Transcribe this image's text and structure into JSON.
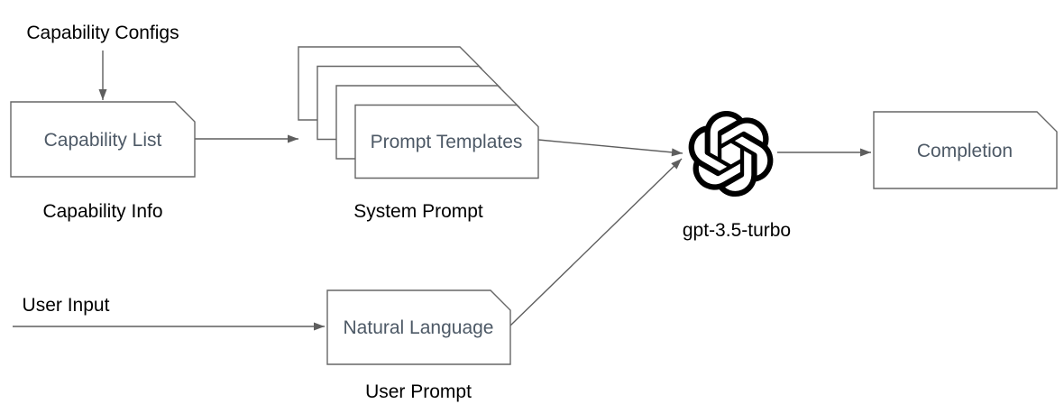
{
  "diagram": {
    "title_hint": "LLM prompting pipeline flow diagram",
    "nodes": {
      "capability_list": {
        "label": "Capability List"
      },
      "prompt_templates": {
        "label": "Prompt Templates"
      },
      "natural_language": {
        "label": "Natural Language"
      },
      "completion": {
        "label": "Completion"
      }
    },
    "annotations": {
      "capability_configs": "Capability Configs",
      "capability_info": "Capability Info",
      "system_prompt": "System Prompt",
      "user_input": "User Input",
      "user_prompt": "User Prompt",
      "model_name": "gpt-3.5-turbo"
    },
    "icons": {
      "model_icon": "openai-logo-icon"
    },
    "edges": [
      {
        "from": "capability_configs",
        "to": "capability_list"
      },
      {
        "from": "capability_list",
        "to": "prompt_templates"
      },
      {
        "from": "prompt_templates",
        "to": "model_icon"
      },
      {
        "from": "user_input",
        "to": "natural_language"
      },
      {
        "from": "natural_language",
        "to": "model_icon"
      },
      {
        "from": "model_icon",
        "to": "completion"
      }
    ],
    "colors": {
      "background": "#ffffff",
      "node_fill": "#ffffff",
      "node_border": "#666666",
      "arrow": "#5e5e5e",
      "node_text": "#4d5966",
      "label_text": "#000000",
      "logo": "#000000"
    }
  }
}
